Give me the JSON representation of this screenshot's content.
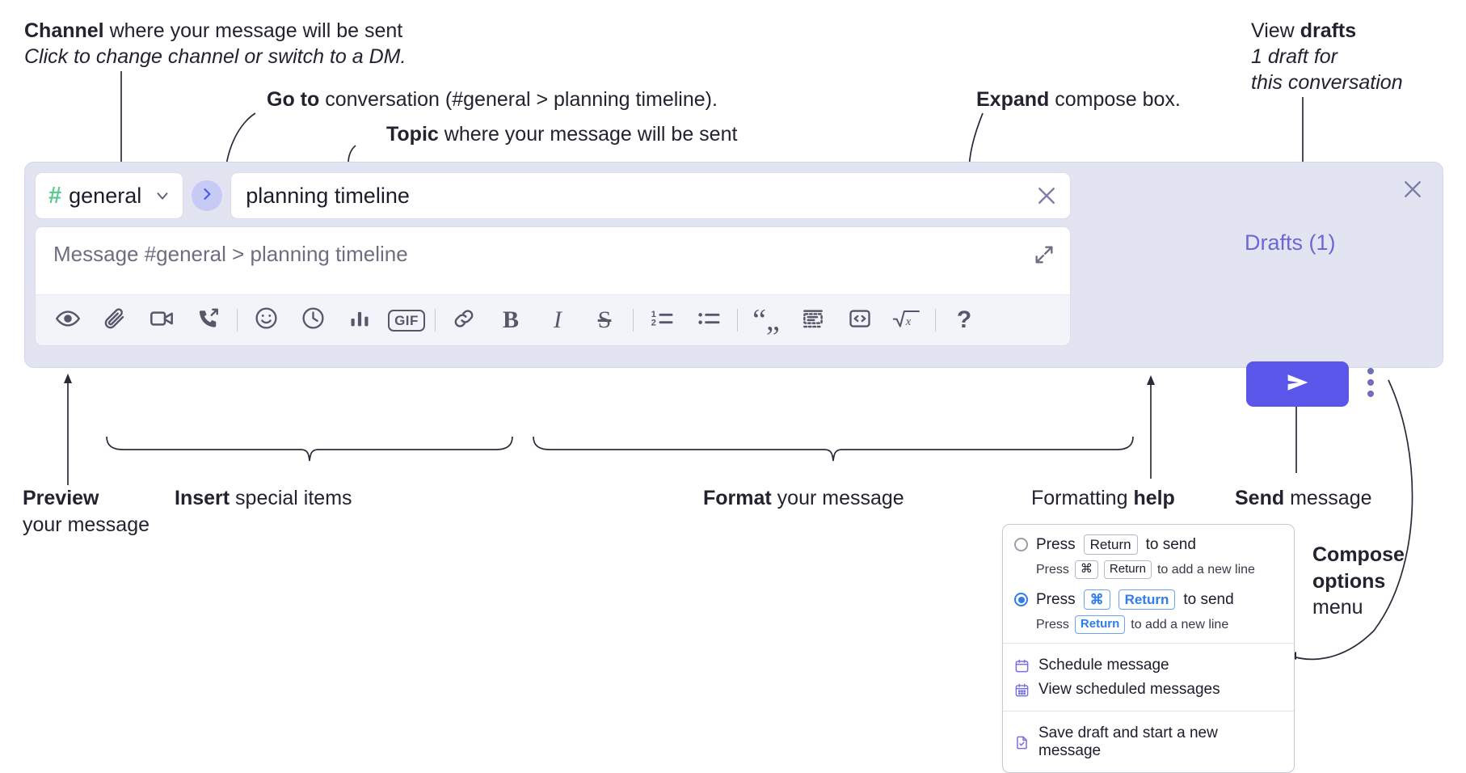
{
  "annotations": {
    "channel": {
      "bold": "Channel",
      "rest": " where your message will be sent",
      "italic": "Click to change channel or switch to a DM."
    },
    "goto": {
      "bold": "Go to",
      "rest": " conversation (#general > planning timeline)."
    },
    "topic": {
      "bold": "Topic",
      "rest": " where your message will be sent"
    },
    "expand": {
      "bold": "Expand",
      "rest": " compose box."
    },
    "drafts": {
      "lead": "View ",
      "bold": "drafts",
      "italic1": "1 draft for",
      "italic2": "this conversation"
    },
    "preview": {
      "bold": "Preview",
      "rest": "your message"
    },
    "insert": {
      "bold": "Insert",
      "rest": " special items"
    },
    "format": {
      "bold": "Format",
      "rest": " your message"
    },
    "help": {
      "lead": "Formatting ",
      "bold": "help"
    },
    "send": {
      "bold": "Send",
      "rest": " message"
    },
    "compose_options": {
      "bold1": "Compose",
      "bold2": "options",
      "rest": "menu"
    }
  },
  "compose": {
    "channel_name": "general",
    "hash_icon": "hash-icon",
    "chevron_icon": "chevron-down-icon",
    "goto_icon": "chevron-right-icon",
    "topic_value": "planning timeline",
    "clear_icon": "close-icon",
    "message_placeholder": "Message #general > planning timeline",
    "expand_icon": "expand-diagonal-icon",
    "drafts_label": "Drafts (1)",
    "close_icon": "close-icon",
    "send_icon": "send-paper-plane-icon",
    "kebab_icon": "more-vertical-icon",
    "accent_purple": "#5b56ea",
    "panel_bg": "#e3e4f1",
    "hash_green": "#5cc98f",
    "drafts_color": "#6b67d6"
  },
  "toolbar": {
    "groups": [
      {
        "name": "preview",
        "items": [
          {
            "icon": "eye-icon",
            "label": "Preview"
          }
        ]
      },
      {
        "name": "insert",
        "items": [
          {
            "icon": "paperclip-icon",
            "label": "Attach file"
          },
          {
            "icon": "video-camera-icon",
            "label": "Video clip"
          },
          {
            "icon": "phone-arrow-icon",
            "label": "Audio clip"
          }
        ]
      },
      {
        "name": "insert2",
        "items": [
          {
            "icon": "emoji-smiley-icon",
            "label": "Emoji"
          },
          {
            "icon": "clock-icon",
            "label": "Reminder"
          },
          {
            "icon": "bar-chart-icon",
            "label": "Poll"
          },
          {
            "icon": "gif-icon",
            "label": "GIF"
          }
        ]
      },
      {
        "name": "format",
        "items": [
          {
            "icon": "link-icon",
            "label": "Link"
          },
          {
            "icon": "bold-icon",
            "label": "B"
          },
          {
            "icon": "italic-icon",
            "label": "I"
          },
          {
            "icon": "strikethrough-icon",
            "label": "S"
          }
        ]
      },
      {
        "name": "lists",
        "items": [
          {
            "icon": "ordered-list-icon",
            "label": "Ordered list"
          },
          {
            "icon": "bulleted-list-icon",
            "label": "Bulleted list"
          }
        ]
      },
      {
        "name": "blocks",
        "items": [
          {
            "icon": "blockquote-icon",
            "label": "Blockquote"
          },
          {
            "icon": "code-block-icon",
            "label": "Code block"
          },
          {
            "icon": "code-inline-icon",
            "label": "Code"
          },
          {
            "icon": "math-sqrt-icon",
            "label": "Math"
          }
        ]
      },
      {
        "name": "help",
        "items": [
          {
            "icon": "question-mark-icon",
            "label": "?"
          }
        ]
      }
    ],
    "gif_label": "GIF",
    "bold_label": "B",
    "italic_label": "I",
    "strike_label": "S",
    "help_label": "?"
  },
  "dropdown": {
    "option1": {
      "selected": false,
      "press": "Press",
      "key": "Return",
      "to_send": "to send",
      "sub_press": "Press",
      "sub_key1": "⌘",
      "sub_key2": "Return",
      "sub_tail": "to add a new line"
    },
    "option2": {
      "selected": true,
      "press": "Press",
      "key1": "⌘",
      "key2": "Return",
      "to_send": "to send",
      "sub_press": "Press",
      "sub_key": "Return",
      "sub_tail": "to add a new line"
    },
    "items_group1": [
      {
        "icon": "calendar-clock-icon",
        "label": "Schedule message"
      },
      {
        "icon": "calendar-grid-icon",
        "label": "View scheduled messages"
      }
    ],
    "items_group2": [
      {
        "icon": "document-check-icon",
        "label": "Save draft and start a new message"
      }
    ]
  }
}
